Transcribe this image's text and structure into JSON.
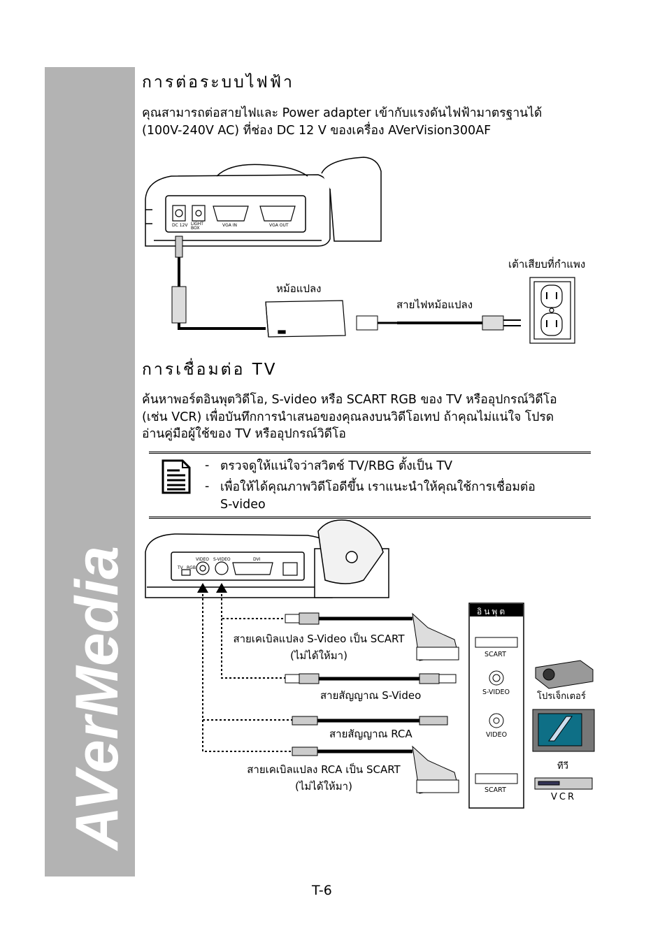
{
  "brand": "AVerMedia",
  "section1": {
    "title": "การต่อระบบไฟฟ้า",
    "body": "คุณสามารถต่อสายไฟและ Power adapter เข้ากับแรงดันไฟฟ้ามาตรฐานได้\n(100V-240V AC) ที่ช่อง DC 12 V ของเครื่อง AVerVision300AF"
  },
  "figure1": {
    "port_labels": [
      "DC 12V",
      "LIGHT BOX",
      "VGA IN",
      "VGA OUT"
    ],
    "wall_outlet": "เต้าเสียบที่กำแพง",
    "adapter": "หม้อแปลง",
    "adapter_cord": "สายไฟหม้อแปลง"
  },
  "section2": {
    "title": "การเชื่อมต่อ TV",
    "body": "ค้นหาพอร์ตอินพุตวิดีโอ, S-video หรือ SCART RGB ของ TV หรืออุปกรณ์วิดีโอ\n(เช่น VCR) เพื่อบันทึกการนำเสนอของคุณลงบนวิดีโอเทป ถ้าคุณไม่แน่ใจ โปรด\nอ่านคู่มือผู้ใช้ของ TV หรืออุปกรณ์วิดีโอ"
  },
  "note": {
    "items": [
      "ตรวจดูให้แน่ใจว่าสวิตช์ TV/RBG ตั้งเป็น TV",
      "เพื่อให้ได้คุณภาพวิดีโอดีขึ้น เราแนะนำให้คุณใช้การเชื่อมต่อ\nS-video"
    ]
  },
  "figure2": {
    "port_labels": [
      "TV",
      "RGB",
      "VIDEO",
      "S-VIDEO",
      "DVI"
    ],
    "cables": [
      "สายเคเบิลแปลง S-Video เป็น SCART\n(ไม่ได้ให้มา)",
      "สายสัญญาณ S-Video",
      "สายสัญญาณ RCA",
      "สายเคเบิลแปลง RCA เป็น SCART\n(ไม่ได้ให้มา)"
    ],
    "input_panel_title": "อินพุต",
    "inputs": [
      "SCART",
      "S-VIDEO",
      "VIDEO",
      "SCART"
    ],
    "devices": [
      "โปรเจ็กเตอร์",
      "ทีวี",
      "VCR"
    ]
  },
  "page_number": "T-6"
}
